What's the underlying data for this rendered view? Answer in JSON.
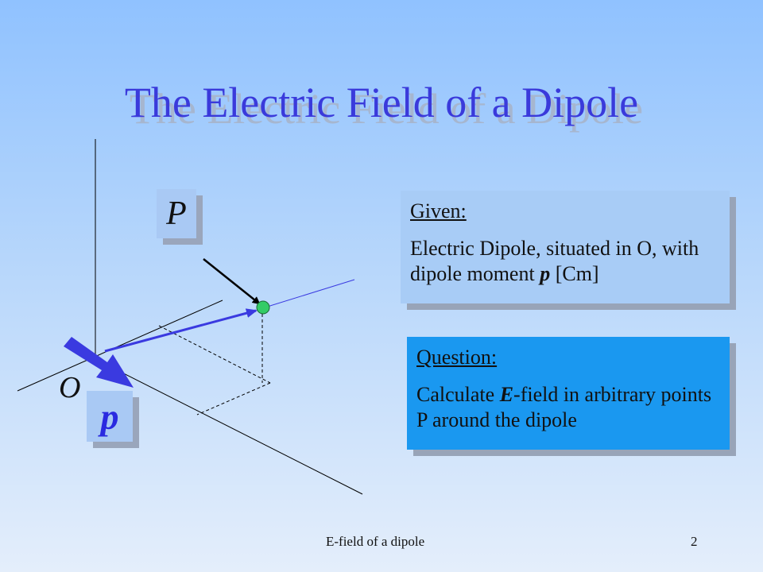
{
  "slide": {
    "title": "The Electric Field of a Dipole",
    "labels": {
      "point": "P",
      "dipole": "p",
      "origin": "O"
    },
    "given": {
      "heading": "Given:",
      "text_before": "Electric Dipole,  situated in O, with dipole moment ",
      "emphasis": "p",
      "text_after": " [Cm]"
    },
    "question": {
      "heading": "Question:",
      "text_before": "Calculate ",
      "emphasis": "E",
      "text_after": "-field in arbitrary points  P around the dipole"
    },
    "footer": {
      "title": "E-field of a dipole",
      "page": "2"
    }
  },
  "colors": {
    "title": "#3a3adb",
    "dipole_arrow": "#3a3ae0",
    "point_marker": "#33cc66",
    "given_panel": "#a8ccf6",
    "question_panel": "#1a98f0"
  }
}
